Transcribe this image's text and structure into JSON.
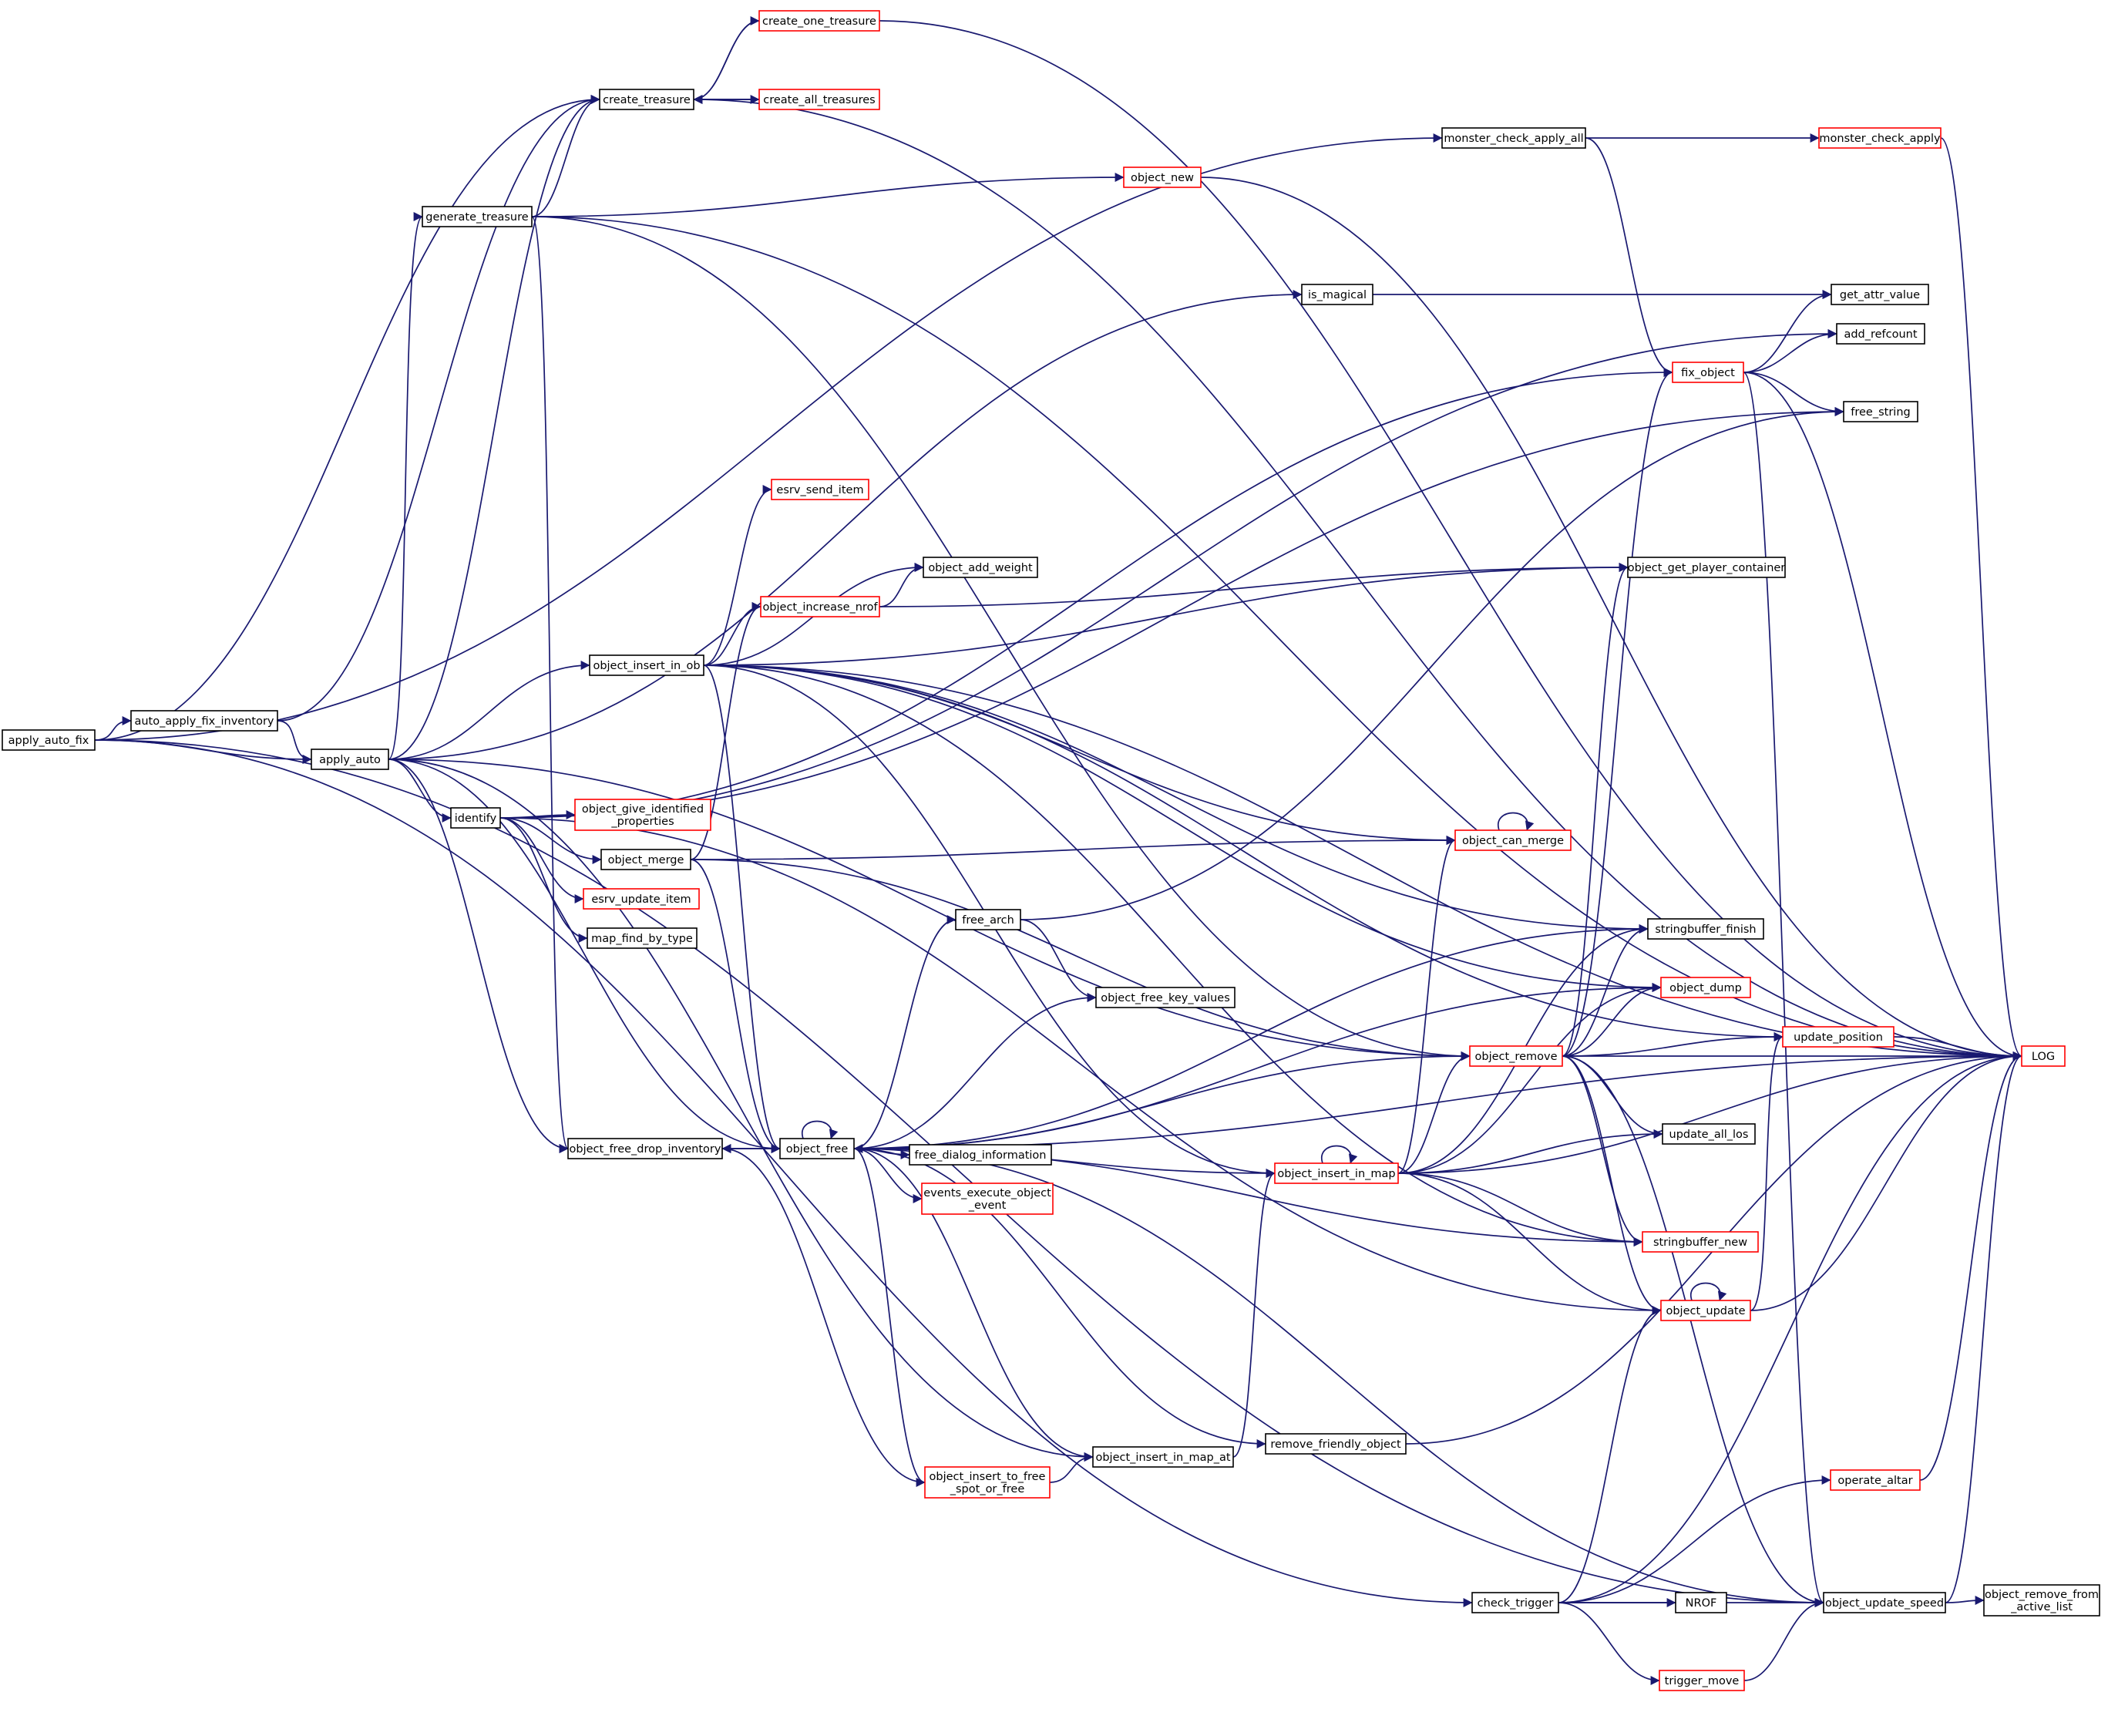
{
  "colors": {
    "edge": "#191970",
    "node_border_default": "#000000",
    "node_border_truncated": "#ff0000",
    "root_fill": "#bfbfbf",
    "background": "#ffffff"
  },
  "nodes": [
    {
      "id": "apply_auto_fix",
      "lines": [
        "apply_auto_fix"
      ],
      "style": "root"
    },
    {
      "id": "auto_apply_fix_inventory",
      "lines": [
        "auto_apply_fix_inventory"
      ],
      "style": "normal"
    },
    {
      "id": "apply_auto",
      "lines": [
        "apply_auto"
      ],
      "style": "normal"
    },
    {
      "id": "create_treasure",
      "lines": [
        "create_treasure"
      ],
      "style": "normal"
    },
    {
      "id": "create_one_treasure",
      "lines": [
        "create_one_treasure"
      ],
      "style": "red"
    },
    {
      "id": "create_all_treasures",
      "lines": [
        "create_all_treasures"
      ],
      "style": "red"
    },
    {
      "id": "generate_treasure",
      "lines": [
        "generate_treasure"
      ],
      "style": "normal"
    },
    {
      "id": "monster_check_apply_all",
      "lines": [
        "monster_check_apply_all"
      ],
      "style": "normal"
    },
    {
      "id": "monster_check_apply",
      "lines": [
        "monster_check_apply"
      ],
      "style": "red"
    },
    {
      "id": "object_new",
      "lines": [
        "object_new"
      ],
      "style": "red"
    },
    {
      "id": "is_magical",
      "lines": [
        "is_magical"
      ],
      "style": "normal"
    },
    {
      "id": "get_attr_value",
      "lines": [
        "get_attr_value"
      ],
      "style": "normal"
    },
    {
      "id": "add_refcount",
      "lines": [
        "add_refcount"
      ],
      "style": "normal"
    },
    {
      "id": "fix_object",
      "lines": [
        "fix_object"
      ],
      "style": "red"
    },
    {
      "id": "free_string",
      "lines": [
        "free_string"
      ],
      "style": "normal"
    },
    {
      "id": "esrv_send_item",
      "lines": [
        "esrv_send_item"
      ],
      "style": "red"
    },
    {
      "id": "object_add_weight",
      "lines": [
        "object_add_weight"
      ],
      "style": "normal"
    },
    {
      "id": "object_increase_nrof",
      "lines": [
        "object_increase_nrof"
      ],
      "style": "red"
    },
    {
      "id": "object_get_player_container",
      "lines": [
        "object_get_player_container"
      ],
      "style": "normal"
    },
    {
      "id": "object_insert_in_ob",
      "lines": [
        "object_insert_in_ob"
      ],
      "style": "normal"
    },
    {
      "id": "identify",
      "lines": [
        "identify"
      ],
      "style": "normal"
    },
    {
      "id": "object_give_identified_properties",
      "lines": [
        "object_give_identified",
        "_properties"
      ],
      "style": "red"
    },
    {
      "id": "object_merge",
      "lines": [
        "object_merge"
      ],
      "style": "normal"
    },
    {
      "id": "object_can_merge",
      "lines": [
        "object_can_merge"
      ],
      "style": "red"
    },
    {
      "id": "esrv_update_item",
      "lines": [
        "esrv_update_item"
      ],
      "style": "red"
    },
    {
      "id": "map_find_by_type",
      "lines": [
        "map_find_by_type"
      ],
      "style": "normal"
    },
    {
      "id": "free_arch",
      "lines": [
        "free_arch"
      ],
      "style": "normal"
    },
    {
      "id": "stringbuffer_finish",
      "lines": [
        "stringbuffer_finish"
      ],
      "style": "normal"
    },
    {
      "id": "object_free_key_values",
      "lines": [
        "object_free_key_values"
      ],
      "style": "normal"
    },
    {
      "id": "object_dump",
      "lines": [
        "object_dump"
      ],
      "style": "red"
    },
    {
      "id": "object_remove",
      "lines": [
        "object_remove"
      ],
      "style": "red"
    },
    {
      "id": "update_position",
      "lines": [
        "update_position"
      ],
      "style": "red"
    },
    {
      "id": "LOG",
      "lines": [
        "LOG"
      ],
      "style": "red"
    },
    {
      "id": "update_all_los",
      "lines": [
        "update_all_los"
      ],
      "style": "normal"
    },
    {
      "id": "object_free_drop_inventory",
      "lines": [
        "object_free_drop_inventory"
      ],
      "style": "normal"
    },
    {
      "id": "object_free",
      "lines": [
        "object_free"
      ],
      "style": "normal"
    },
    {
      "id": "free_dialog_information",
      "lines": [
        "free_dialog_information"
      ],
      "style": "normal"
    },
    {
      "id": "events_execute_object_event",
      "lines": [
        "events_execute_object",
        "_event"
      ],
      "style": "red"
    },
    {
      "id": "object_insert_in_map",
      "lines": [
        "object_insert_in_map"
      ],
      "style": "red"
    },
    {
      "id": "stringbuffer_new",
      "lines": [
        "stringbuffer_new"
      ],
      "style": "red"
    },
    {
      "id": "object_update",
      "lines": [
        "object_update"
      ],
      "style": "red"
    },
    {
      "id": "remove_friendly_object",
      "lines": [
        "remove_friendly_object"
      ],
      "style": "normal"
    },
    {
      "id": "object_insert_in_map_at",
      "lines": [
        "object_insert_in_map_at"
      ],
      "style": "normal"
    },
    {
      "id": "object_insert_to_free_spot_or_free",
      "lines": [
        "object_insert_to_free",
        "_spot_or_free"
      ],
      "style": "red"
    },
    {
      "id": "operate_altar",
      "lines": [
        "operate_altar"
      ],
      "style": "red"
    },
    {
      "id": "check_trigger",
      "lines": [
        "check_trigger"
      ],
      "style": "normal"
    },
    {
      "id": "NROF",
      "lines": [
        "NROF"
      ],
      "style": "normal"
    },
    {
      "id": "object_update_speed",
      "lines": [
        "object_update_speed"
      ],
      "style": "normal"
    },
    {
      "id": "object_remove_from_active_list",
      "lines": [
        "object_remove_from",
        "_active_list"
      ],
      "style": "normal"
    },
    {
      "id": "trigger_move",
      "lines": [
        "trigger_move"
      ],
      "style": "red"
    }
  ],
  "edges": [
    [
      "apply_auto_fix",
      "auto_apply_fix_inventory"
    ],
    [
      "apply_auto_fix",
      "apply_auto"
    ],
    [
      "apply_auto_fix",
      "create_treasure"
    ],
    [
      "apply_auto_fix",
      "monster_check_apply_all"
    ],
    [
      "apply_auto_fix",
      "check_trigger"
    ],
    [
      "apply_auto_fix",
      "object_update_speed"
    ],
    [
      "auto_apply_fix_inventory",
      "apply_auto"
    ],
    [
      "auto_apply_fix_inventory",
      "create_treasure"
    ],
    [
      "apply_auto",
      "create_treasure"
    ],
    [
      "apply_auto",
      "generate_treasure"
    ],
    [
      "apply_auto",
      "is_magical"
    ],
    [
      "apply_auto",
      "object_insert_in_ob"
    ],
    [
      "apply_auto",
      "identify"
    ],
    [
      "apply_auto",
      "object_remove"
    ],
    [
      "apply_auto",
      "object_free_drop_inventory"
    ],
    [
      "apply_auto",
      "object_free"
    ],
    [
      "apply_auto",
      "object_insert_in_map_at"
    ],
    [
      "create_treasure",
      "create_one_treasure"
    ],
    [
      "create_treasure",
      "create_all_treasures"
    ],
    [
      "create_treasure",
      "LOG"
    ],
    [
      "create_one_treasure",
      "create_treasure"
    ],
    [
      "create_one_treasure",
      "LOG"
    ],
    [
      "create_all_treasures",
      "create_treasure"
    ],
    [
      "generate_treasure",
      "create_treasure"
    ],
    [
      "generate_treasure",
      "object_new"
    ],
    [
      "generate_treasure",
      "LOG"
    ],
    [
      "generate_treasure",
      "object_free_drop_inventory"
    ],
    [
      "generate_treasure",
      "object_remove"
    ],
    [
      "monster_check_apply_all",
      "monster_check_apply"
    ],
    [
      "monster_check_apply_all",
      "fix_object"
    ],
    [
      "monster_check_apply",
      "LOG"
    ],
    [
      "object_new",
      "LOG"
    ],
    [
      "is_magical",
      "get_attr_value"
    ],
    [
      "fix_object",
      "get_attr_value"
    ],
    [
      "fix_object",
      "add_refcount"
    ],
    [
      "fix_object",
      "free_string"
    ],
    [
      "fix_object",
      "LOG"
    ],
    [
      "fix_object",
      "object_update_speed"
    ],
    [
      "identify",
      "add_refcount"
    ],
    [
      "identify",
      "free_string"
    ],
    [
      "identify",
      "fix_object"
    ],
    [
      "identify",
      "object_give_identified_properties"
    ],
    [
      "identify",
      "object_merge"
    ],
    [
      "identify",
      "esrv_update_item"
    ],
    [
      "identify",
      "map_find_by_type"
    ],
    [
      "identify",
      "object_update"
    ],
    [
      "object_insert_in_ob",
      "LOG"
    ],
    [
      "object_insert_in_ob",
      "esrv_send_item"
    ],
    [
      "object_insert_in_ob",
      "object_add_weight"
    ],
    [
      "object_insert_in_ob",
      "object_increase_nrof"
    ],
    [
      "object_insert_in_ob",
      "object_get_player_container"
    ],
    [
      "object_insert_in_ob",
      "object_can_merge"
    ],
    [
      "object_insert_in_ob",
      "stringbuffer_finish"
    ],
    [
      "object_insert_in_ob",
      "object_dump"
    ],
    [
      "object_insert_in_ob",
      "update_position"
    ],
    [
      "object_insert_in_ob",
      "object_free"
    ],
    [
      "object_insert_in_ob",
      "stringbuffer_new"
    ],
    [
      "object_insert_in_ob",
      "object_insert_in_map"
    ],
    [
      "object_increase_nrof",
      "object_add_weight"
    ],
    [
      "object_increase_nrof",
      "object_get_player_container"
    ],
    [
      "object_merge",
      "object_increase_nrof"
    ],
    [
      "object_merge",
      "object_can_merge"
    ],
    [
      "object_merge",
      "object_remove"
    ],
    [
      "object_merge",
      "object_free"
    ],
    [
      "object_can_merge",
      "object_can_merge"
    ],
    [
      "free_arch",
      "free_string"
    ],
    [
      "free_arch",
      "object_free_key_values"
    ],
    [
      "object_remove",
      "fix_object"
    ],
    [
      "object_remove",
      "object_get_player_container"
    ],
    [
      "object_remove",
      "stringbuffer_finish"
    ],
    [
      "object_remove",
      "object_dump"
    ],
    [
      "object_remove",
      "update_position"
    ],
    [
      "object_remove",
      "LOG"
    ],
    [
      "object_remove",
      "update_all_los"
    ],
    [
      "object_remove",
      "stringbuffer_new"
    ],
    [
      "object_remove",
      "object_update"
    ],
    [
      "object_remove",
      "object_update_speed"
    ],
    [
      "update_position",
      "LOG"
    ],
    [
      "object_free_drop_inventory",
      "object_free"
    ],
    [
      "object_free",
      "object_free_drop_inventory"
    ],
    [
      "object_free",
      "object_free"
    ],
    [
      "object_free",
      "free_arch"
    ],
    [
      "object_free",
      "stringbuffer_finish"
    ],
    [
      "object_free",
      "object_free_key_values"
    ],
    [
      "object_free",
      "object_dump"
    ],
    [
      "object_free",
      "object_remove"
    ],
    [
      "object_free",
      "free_dialog_information"
    ],
    [
      "object_free",
      "events_execute_object_event"
    ],
    [
      "object_free",
      "stringbuffer_new"
    ],
    [
      "object_free",
      "LOG"
    ],
    [
      "object_free",
      "remove_friendly_object"
    ],
    [
      "object_free",
      "object_insert_to_free_spot_or_free"
    ],
    [
      "object_free",
      "object_insert_in_map_at"
    ],
    [
      "object_free",
      "object_update_speed"
    ],
    [
      "object_insert_in_map",
      "object_insert_in_map"
    ],
    [
      "object_insert_in_map",
      "object_free"
    ],
    [
      "object_insert_in_map",
      "object_can_merge"
    ],
    [
      "object_insert_in_map",
      "stringbuffer_finish"
    ],
    [
      "object_insert_in_map",
      "object_remove"
    ],
    [
      "object_insert_in_map",
      "object_dump"
    ],
    [
      "object_insert_in_map",
      "update_all_los"
    ],
    [
      "object_insert_in_map",
      "LOG"
    ],
    [
      "object_insert_in_map",
      "stringbuffer_new"
    ],
    [
      "object_insert_in_map",
      "object_update"
    ],
    [
      "object_update",
      "object_update"
    ],
    [
      "object_update",
      "update_position"
    ],
    [
      "object_update",
      "LOG"
    ],
    [
      "remove_friendly_object",
      "LOG"
    ],
    [
      "object_insert_in_map_at",
      "object_insert_in_map"
    ],
    [
      "object_insert_to_free_spot_or_free",
      "object_free_drop_inventory"
    ],
    [
      "object_insert_to_free_spot_or_free",
      "object_insert_in_map_at"
    ],
    [
      "operate_altar",
      "LOG"
    ],
    [
      "check_trigger",
      "object_update"
    ],
    [
      "check_trigger",
      "operate_altar"
    ],
    [
      "check_trigger",
      "LOG"
    ],
    [
      "check_trigger",
      "NROF"
    ],
    [
      "check_trigger",
      "object_update_speed"
    ],
    [
      "check_trigger",
      "trigger_move"
    ],
    [
      "object_update_speed",
      "LOG"
    ],
    [
      "object_update_speed",
      "object_remove_from_active_list"
    ],
    [
      "trigger_move",
      "object_update_speed"
    ]
  ]
}
